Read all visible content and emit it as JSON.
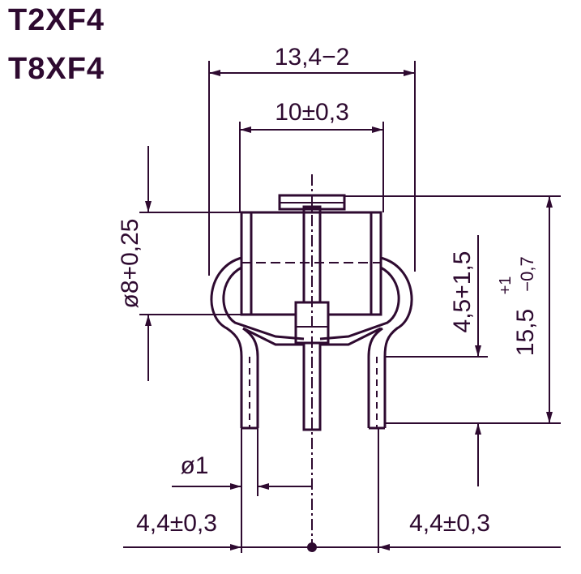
{
  "titles": [
    "T2XF4",
    "T8XF4"
  ],
  "dimensions": {
    "overall_width": "13,4−2",
    "body_width": "10±0,3",
    "diameter": "ø8+0,25",
    "lead_length": "4,5+1,5",
    "height_main": "15,5",
    "height_tol_upper": "+1",
    "height_tol_lower": "−0,7",
    "pin_diameter": "ø1",
    "pitch_left": "4,4±0,3",
    "pitch_right": "4,4±0,3"
  },
  "colors": {
    "ink": "#2e0a30"
  }
}
